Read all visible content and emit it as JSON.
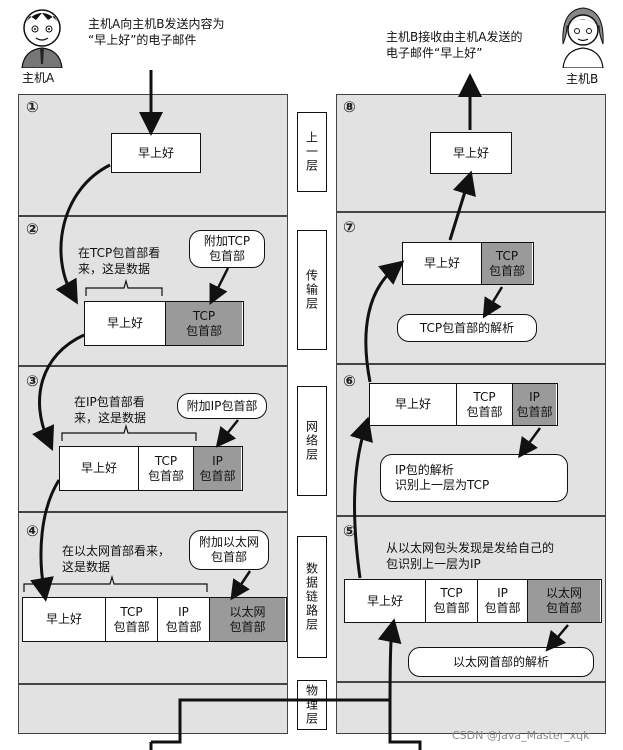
{
  "hostA": {
    "name": "主机A",
    "caption": "主机A向主机B发送内容为\n“早上好”的电子邮件"
  },
  "hostB": {
    "name": "主机B",
    "caption": "主机B接收由主机A发送的\n电子邮件“早上好”"
  },
  "layers": [
    "上一层",
    "传输层",
    "网络层",
    "数据链路层",
    "物理层"
  ],
  "steps": {
    "s1": "①",
    "s2": "②",
    "s3": "③",
    "s4": "④",
    "s5": "⑤",
    "s6": "⑥",
    "s7": "⑦",
    "s8": "⑧"
  },
  "data_label": "早上好",
  "tcp_header": "TCP\n包首部",
  "ip_header": "IP\n包首部",
  "eth_header": "以太网\n包首部",
  "left": {
    "note2": "在TCP包首部看\n来，这是数据",
    "bubble2": "附加TCP\n包首部",
    "note3": "在IP包首部看\n来，这是数据",
    "bubble3": "附加IP包首部",
    "note4": "在以太网首部看来，\n这是数据",
    "bubble4": "附加以太网\n包首部"
  },
  "right": {
    "bubble7": "TCP包首部的解析",
    "bubble6": "IP包的解析\n识别上一层为TCP",
    "note5": "从以太网包头发现是发给自己的\n包识别上一层为IP",
    "bubble5": "以太网首部的解析"
  },
  "watermark": "CSDN @Java_Master_xqk"
}
